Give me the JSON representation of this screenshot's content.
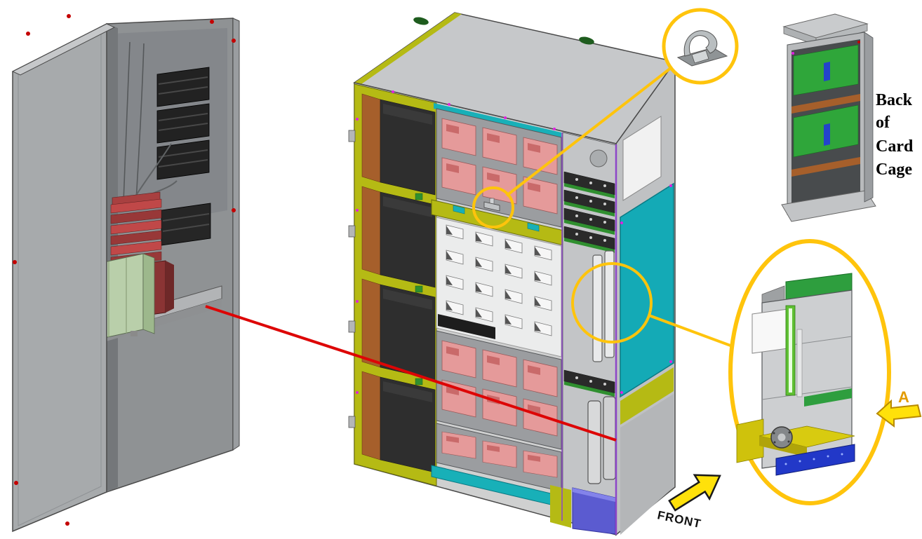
{
  "figure": {
    "labels": {
      "back_of_card_cage_lines": [
        "Back",
        "of",
        "Card",
        "Cage"
      ],
      "front": "FRONT",
      "detail_marker": "A"
    },
    "colors": {
      "callout_yellow": "#ffc40c",
      "arrow_yellow": "#ffe10a",
      "detail_letter_orange": "#e39b00",
      "red_leader_line": "#dd0505",
      "chassis_frame_yellow": "#b5ba14",
      "teal_panel": "#14aab6",
      "pcb_green": "#2fa63a",
      "card_pink": "#e59a9a",
      "orange_rail": "#a65f2b",
      "cabinet_gray": "#a7aaac",
      "blue_module": "#5b5bd0",
      "blue_connector": "#2238c8",
      "purple_edge": "#8d46c8"
    }
  }
}
